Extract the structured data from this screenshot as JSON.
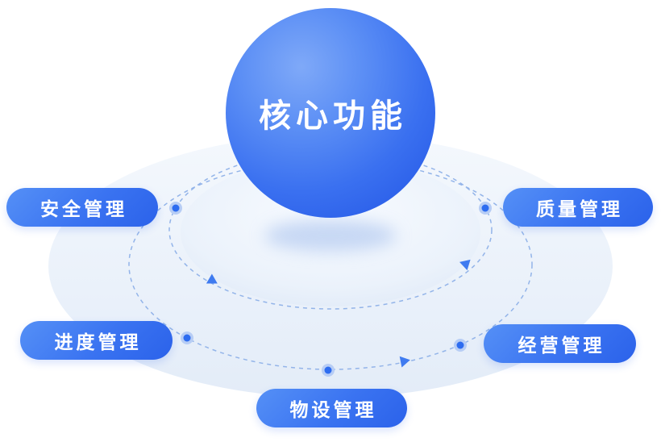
{
  "title": "核心功能",
  "nodes": [
    {
      "id": "safety",
      "label": "安全管理",
      "position": "upper-left"
    },
    {
      "id": "quality",
      "label": "质量管理",
      "position": "upper-right"
    },
    {
      "id": "progress",
      "label": "进度管理",
      "position": "lower-left"
    },
    {
      "id": "business",
      "label": "经营管理",
      "position": "lower-right"
    },
    {
      "id": "material",
      "label": "物设管理",
      "position": "bottom-center"
    }
  ],
  "colors": {
    "sphere_light": "#7fa9f8",
    "sphere_dark": "#2457dd",
    "pill_gradient_start": "#5590f6",
    "pill_gradient_end": "#2b62ea",
    "orbit_dash": "#93b4e9",
    "dot_core": "#2d6cf0",
    "dot_ring": "#b7cdf5",
    "arrow": "#3f7bf0",
    "disc_light": "#f2f7fd",
    "disc_dark": "#e2ecf9",
    "text": "#ffffff"
  }
}
